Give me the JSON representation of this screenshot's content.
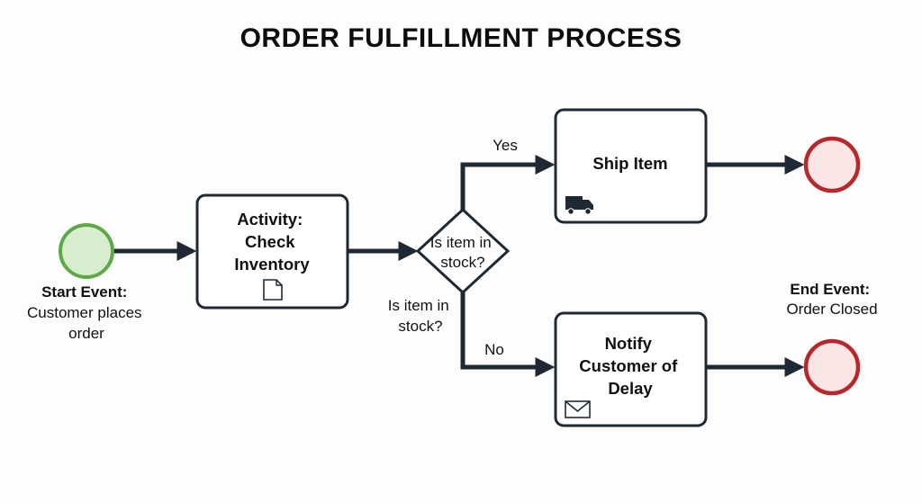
{
  "title": "ORDER FULFILLMENT PROCESS",
  "start_event": {
    "heading": "Start Event:",
    "lines": [
      "Customer places",
      "order"
    ],
    "color": "#5ea845"
  },
  "activity_check": {
    "lines": [
      "Activity:",
      "Check",
      "Inventory"
    ],
    "icon": "document-icon"
  },
  "gateway": {
    "lines": [
      "Is item in",
      "stock?"
    ],
    "outside_lines": [
      "Is item in",
      "stock?"
    ]
  },
  "flows": {
    "yes_label": "Yes",
    "no_label": "No"
  },
  "ship_task": {
    "label": "Ship Item",
    "icon": "truck-icon"
  },
  "notify_task": {
    "lines": [
      "Notify",
      "Customer of",
      "Delay"
    ],
    "icon": "envelope-icon"
  },
  "end_event": {
    "heading": "End Event:",
    "line": "Order Closed",
    "color": "#b8272c"
  }
}
